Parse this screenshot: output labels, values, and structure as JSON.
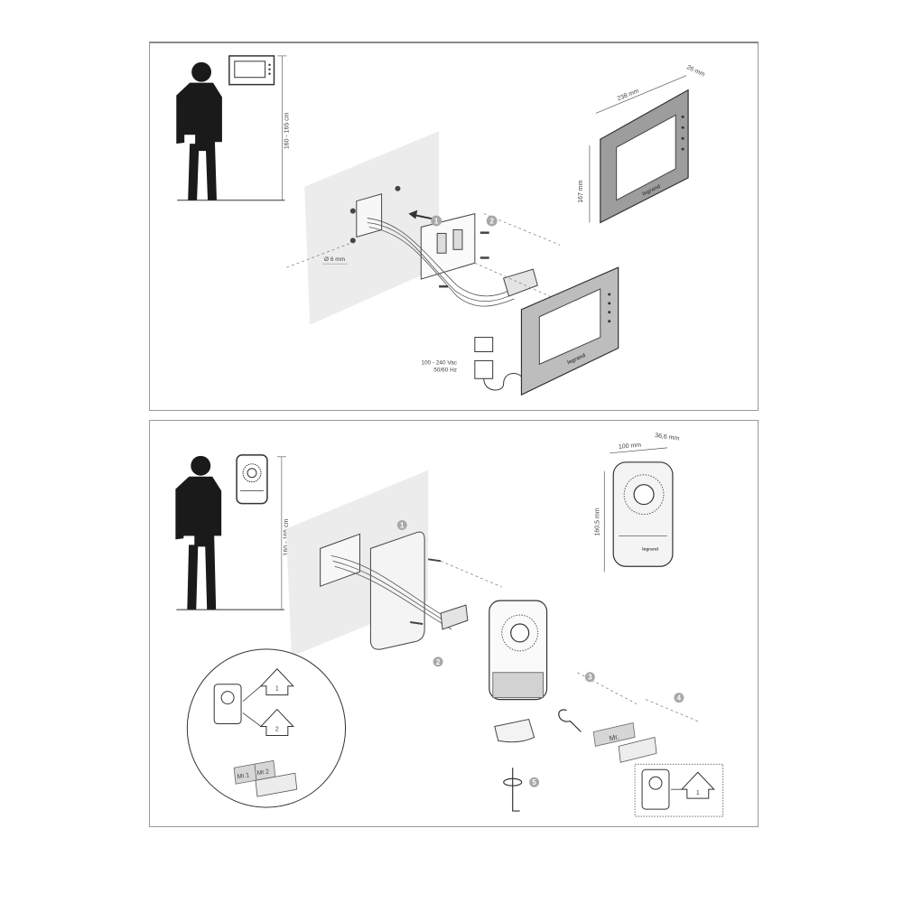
{
  "panel1": {
    "height_range": "160 - 165 cm",
    "width_dim": "238 mm",
    "depth_dim": "26 mm",
    "height_dim": "167 mm",
    "hole_dim": "Ø 6 mm",
    "power": [
      "100 - 240 Vac",
      "50/60 Hz"
    ],
    "brand": "legrand",
    "steps": [
      "1",
      "2"
    ]
  },
  "panel2": {
    "height_range": "160 - 165 cm",
    "width_dim": "100 mm",
    "depth_dim": "36,6 mm",
    "height_dim": "160,5 mm",
    "brand": "legrand",
    "steps": [
      "1",
      "2",
      "3",
      "4",
      "5"
    ],
    "callout": {
      "btn1": "1",
      "btn2": "2",
      "name1": "Mr.1",
      "name2": "Mr.2"
    },
    "name_plate": "Mr.",
    "inset_btn": "1"
  },
  "colors": {
    "figure": "#1a1a1a",
    "wall": "#ececec",
    "frame": "#9a9a9a",
    "step_circle": "#a8a8a8",
    "device": "#555555"
  }
}
